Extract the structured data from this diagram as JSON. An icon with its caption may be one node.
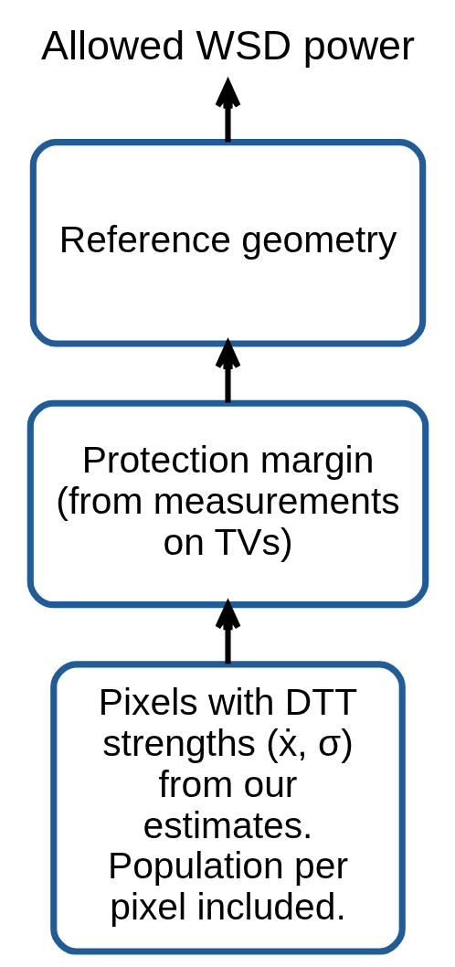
{
  "diagram": {
    "nodes": [
      {
        "text": [
          "Allowed WSD power"
        ]
      },
      {
        "text": [
          "Reference geometry"
        ]
      },
      {
        "text": [
          "Protection margin (from measurements on TVs)"
        ]
      },
      {
        "text": [
          "Pixels with DTT strengths (ẋ, σ) from our estimates. Population per pixel included."
        ]
      }
    ],
    "edges": [
      {
        "from": 1,
        "to": 0,
        "arrow": "to"
      },
      {
        "from": 2,
        "to": 1,
        "arrow": "to"
      },
      {
        "from": 3,
        "to": 2,
        "arrow": "to"
      }
    ]
  }
}
